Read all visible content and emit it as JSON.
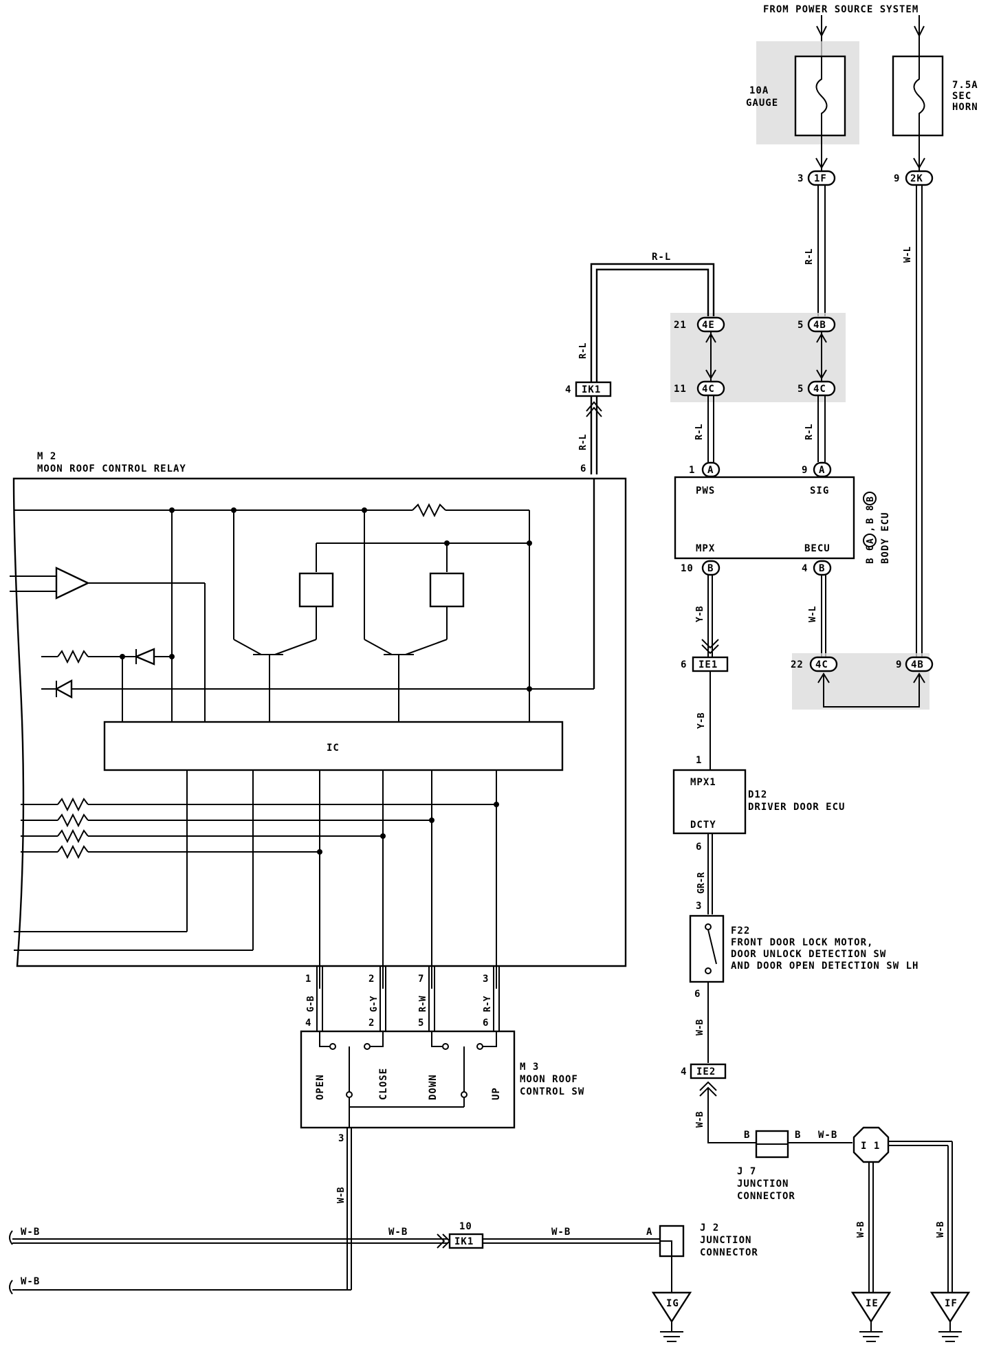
{
  "power": {
    "title": "FROM POWER SOURCE SYSTEM",
    "fuse1": {
      "rating": "10A",
      "name": "GAUGE"
    },
    "fuse2": {
      "rating": "7.5A",
      "name1": "SEC",
      "name2": "HORN"
    }
  },
  "connectors": {
    "c1F": {
      "pin": "3",
      "id": "1F"
    },
    "c2K": {
      "pin": "9",
      "id": "2K"
    },
    "c4E": {
      "pin": "21",
      "id": "4E"
    },
    "c4B_top": {
      "pin": "5",
      "id": "4B"
    },
    "c4C_left": {
      "pin": "11",
      "id": "4C"
    },
    "c4C_mid": {
      "pin": "5",
      "id": "4C"
    },
    "cA_pws": {
      "pin": "1",
      "id": "A"
    },
    "cA_sig": {
      "pin": "9",
      "id": "A"
    },
    "cB_mpx": {
      "pin": "10",
      "id": "B"
    },
    "cB_becu": {
      "pin": "4",
      "id": "B"
    },
    "c4C_bot": {
      "pin": "22",
      "id": "4C"
    },
    "c4B_bot": {
      "pin": "9",
      "id": "4B"
    },
    "cIK1_top": {
      "pin": "4",
      "id": "IK1"
    },
    "cIE1": {
      "pin": "6",
      "id": "IE1"
    },
    "cIE2": {
      "pin": "4",
      "id": "IE2"
    },
    "cIK1_bot": {
      "pin": "10",
      "id": "IK1"
    }
  },
  "wires": {
    "rl": "R-L",
    "wl": "W-L",
    "yb": "Y-B",
    "grr": "GR-R",
    "wb": "W-B",
    "b": "B",
    "gb": "G-B",
    "gy": "G-Y",
    "rw": "R-W",
    "ry": "R-Y"
  },
  "body_ecu": {
    "id": "B 6",
    "id2": "B 8",
    "name": "BODY ECU",
    "ca": "A",
    "cb": "B",
    "comma": ",",
    "pws": "PWS",
    "sig": "SIG",
    "mpx": "MPX",
    "becu": "BECU"
  },
  "relay": {
    "id": "M 2",
    "name": "MOON ROOF CONTROL RELAY",
    "ic": "IC",
    "pin6": "6",
    "pins_top": [
      "1",
      "2",
      "7",
      "3"
    ],
    "pins_bot": [
      "4",
      "2",
      "5",
      "6"
    ]
  },
  "switch": {
    "id": "M 3",
    "name1": "MOON ROOF",
    "name2": "CONTROL SW",
    "labels": [
      "OPEN",
      "CLOSE",
      "DOWN",
      "UP"
    ],
    "pin3": "3"
  },
  "door_ecu": {
    "id": "D12",
    "name": "DRIVER DOOR ECU",
    "mpx1": "MPX1",
    "dcty": "DCTY",
    "pin1": "1",
    "pin6": "6"
  },
  "lock_motor": {
    "id": "F22",
    "line1": "FRONT DOOR LOCK MOTOR,",
    "line2": "DOOR UNLOCK DETECTION SW",
    "line3": "AND DOOR OPEN DETECTION SW LH",
    "pin3": "3",
    "pin6": "6"
  },
  "j7": {
    "id": "J 7",
    "name1": "JUNCTION",
    "name2": "CONNECTOR"
  },
  "j2": {
    "id": "J 2",
    "name1": "JUNCTION",
    "name2": "CONNECTOR",
    "pin": "A"
  },
  "splice": "I 1",
  "grounds": [
    "IG",
    "IE",
    "IF"
  ]
}
